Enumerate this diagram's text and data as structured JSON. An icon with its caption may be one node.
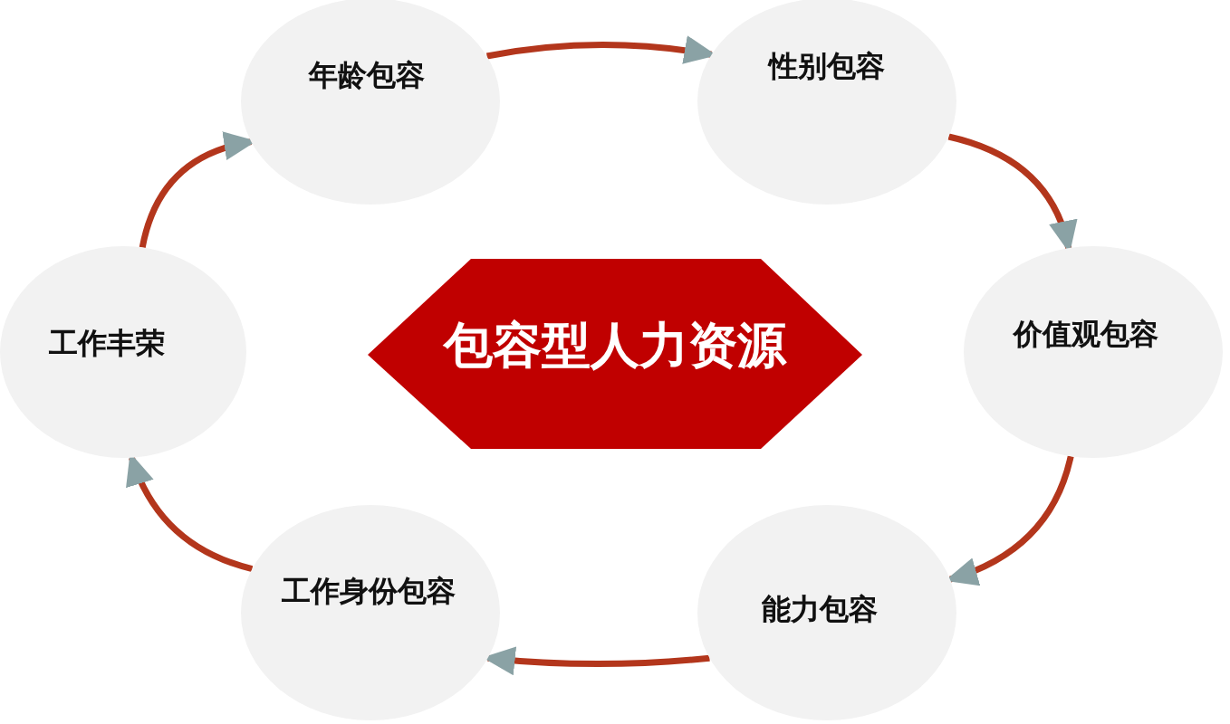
{
  "diagram": {
    "nodes": [
      {
        "text": [
          "年龄包容"
        ]
      },
      {
        "text": [
          "性别包容"
        ]
      },
      {
        "text": [
          "工作丰荣"
        ]
      },
      {
        "text": [
          "包容型人力资源"
        ]
      },
      {
        "text": [
          "价值观包容"
        ]
      },
      {
        "text": [
          "工作身份包容"
        ]
      },
      {
        "text": [
          "能力包容"
        ]
      }
    ],
    "edges": [
      {
        "from": 0,
        "to": 1,
        "arrow": "to"
      },
      {
        "from": 1,
        "to": 4,
        "arrow": "to"
      },
      {
        "from": 4,
        "to": 6,
        "arrow": "to"
      },
      {
        "from": 6,
        "to": 5,
        "arrow": "to"
      },
      {
        "from": 5,
        "to": 2,
        "arrow": "to"
      },
      {
        "from": 2,
        "to": 0,
        "arrow": "to"
      }
    ]
  }
}
